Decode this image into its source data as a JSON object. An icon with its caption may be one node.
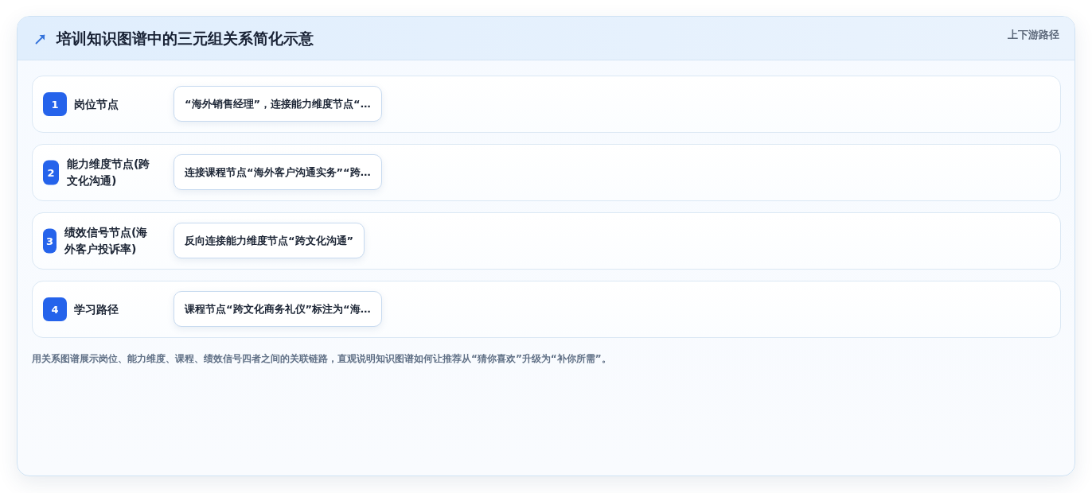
{
  "diagram": {
    "title": "培训知识图谱中的三元组关系简化示意",
    "caption": "用关系图谱展示岗位、能力维度、课程、绩效信号四者之间的关联链路，直观说明知识图谱如何让推荐从“猜你喜欢”升级为“补你所需”。",
    "nodes": [
      {
        "text": [
          "岗位节点"
        ]
      },
      {
        "text": [
          "1"
        ],
        "in": 0
      },
      {
        "text": [
          "“海外销售经理”，连接能力维度节点“…"
        ],
        "in": 0
      },
      {
        "text": [
          "能力维度节点(跨文化沟通)"
        ]
      },
      {
        "text": [
          "2"
        ],
        "in": 3
      },
      {
        "text": [
          "连接课程节点“海外客户沟通实务”“跨…"
        ],
        "in": 3
      },
      {
        "text": [
          "绩效信号节点(海外客户投诉率)"
        ]
      },
      {
        "text": [
          "3"
        ],
        "in": 6
      },
      {
        "text": [
          "反向连接能力维度节点“跨文化沟通”"
        ],
        "in": 6
      },
      {
        "text": [
          "学习路径"
        ]
      },
      {
        "text": [
          "4"
        ],
        "in": 9
      },
      {
        "text": [
          "课程节点“跨文化商务礼仪”标注为“海…"
        ],
        "in": 9
      }
    ],
    "labels": [
      "上下游路径"
    ]
  }
}
